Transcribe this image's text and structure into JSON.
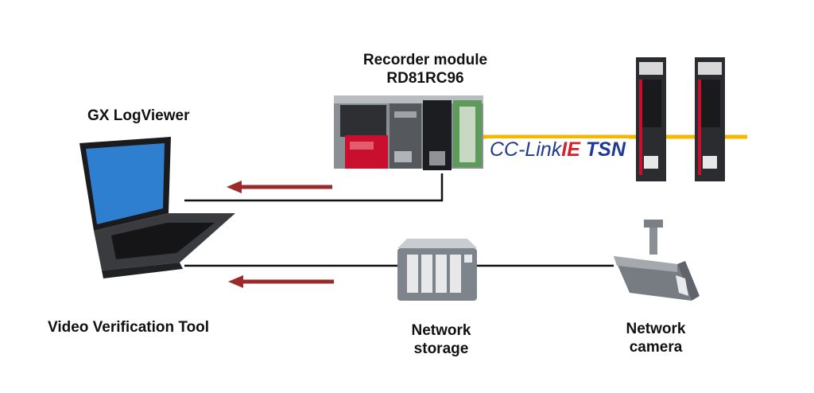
{
  "labels": {
    "recorder_line1": "Recorder module",
    "recorder_line2": "RD81RC96",
    "gx_logviewer": "GX LogViewer",
    "video_tool": "Video Verification Tool",
    "storage_line1": "Network",
    "storage_line2": "storage",
    "camera_line1": "Network",
    "camera_line2": "camera"
  },
  "network_logo": {
    "part1": "CC-Link",
    "part2": "IE",
    "part3": "TSN"
  },
  "colors": {
    "cable": "#f5b800",
    "arrow": "#9b2a2a",
    "wire": "#111111",
    "logo_blue": "#1f3a93",
    "logo_red": "#d4202a",
    "module_red": "#c8102e"
  },
  "icons": [
    "laptop-icon",
    "recorder-module-icon",
    "servo-drive-icon",
    "network-storage-icon",
    "network-camera-icon",
    "arrow-left-icon"
  ]
}
